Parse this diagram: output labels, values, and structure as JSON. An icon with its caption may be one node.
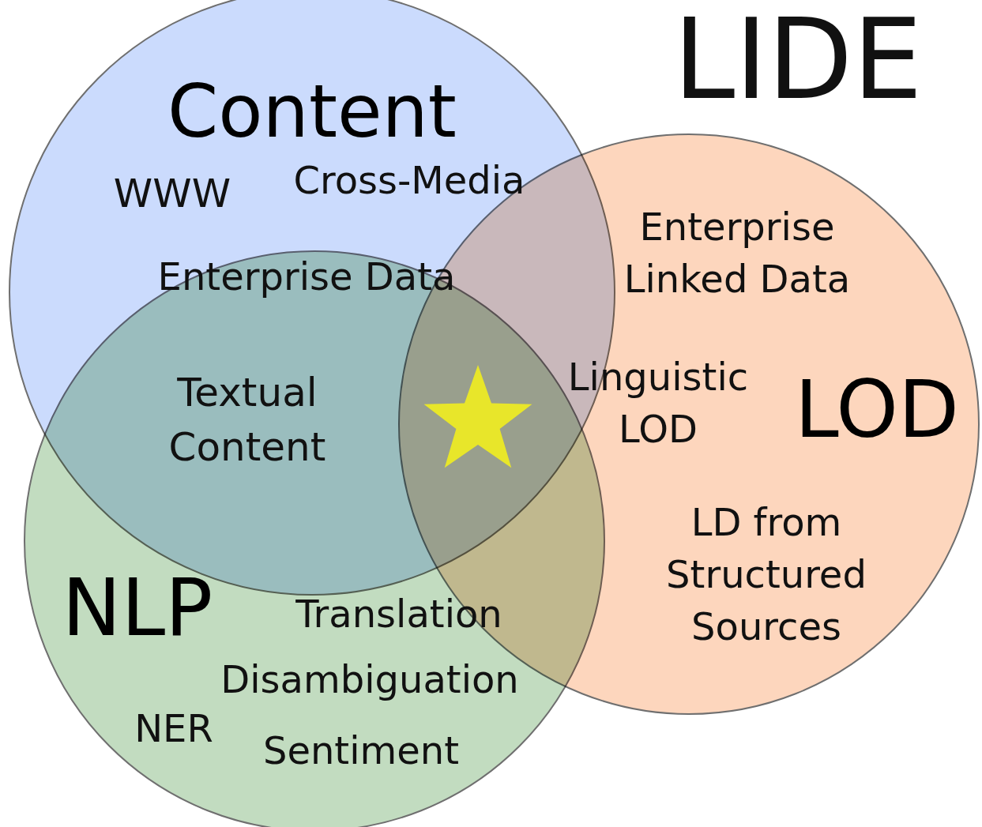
{
  "diagram": {
    "nodes": [
      {
        "text": [
          "Content"
        ]
      },
      {
        "text": [
          "LOD"
        ]
      },
      {
        "text": [
          "NLP"
        ]
      }
    ],
    "labels": [
      "LIDE",
      "WWW",
      "Cross-Media",
      "Enterprise Linked Data",
      "Enterprise Data",
      "Textual Content",
      "Linguistic LOD",
      "LD from Structured Sources",
      "Translation",
      "Disambiguation",
      "NER",
      "Sentiment"
    ]
  }
}
